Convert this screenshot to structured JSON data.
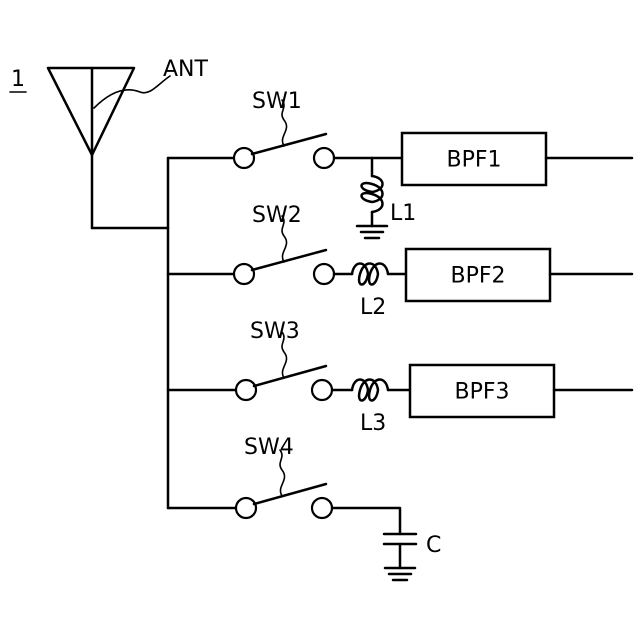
{
  "figure": {
    "reference_numeral": "1",
    "antenna_label": "ANT"
  },
  "switches": [
    {
      "label": "SW1"
    },
    {
      "label": "SW2"
    },
    {
      "label": "SW3"
    },
    {
      "label": "SW4"
    }
  ],
  "filters": [
    {
      "label": "BPF1"
    },
    {
      "label": "BPF2"
    },
    {
      "label": "BPF3"
    }
  ],
  "inductors": [
    {
      "label": "L1"
    },
    {
      "label": "L2"
    },
    {
      "label": "L3"
    }
  ],
  "capacitor": {
    "label": "C"
  }
}
